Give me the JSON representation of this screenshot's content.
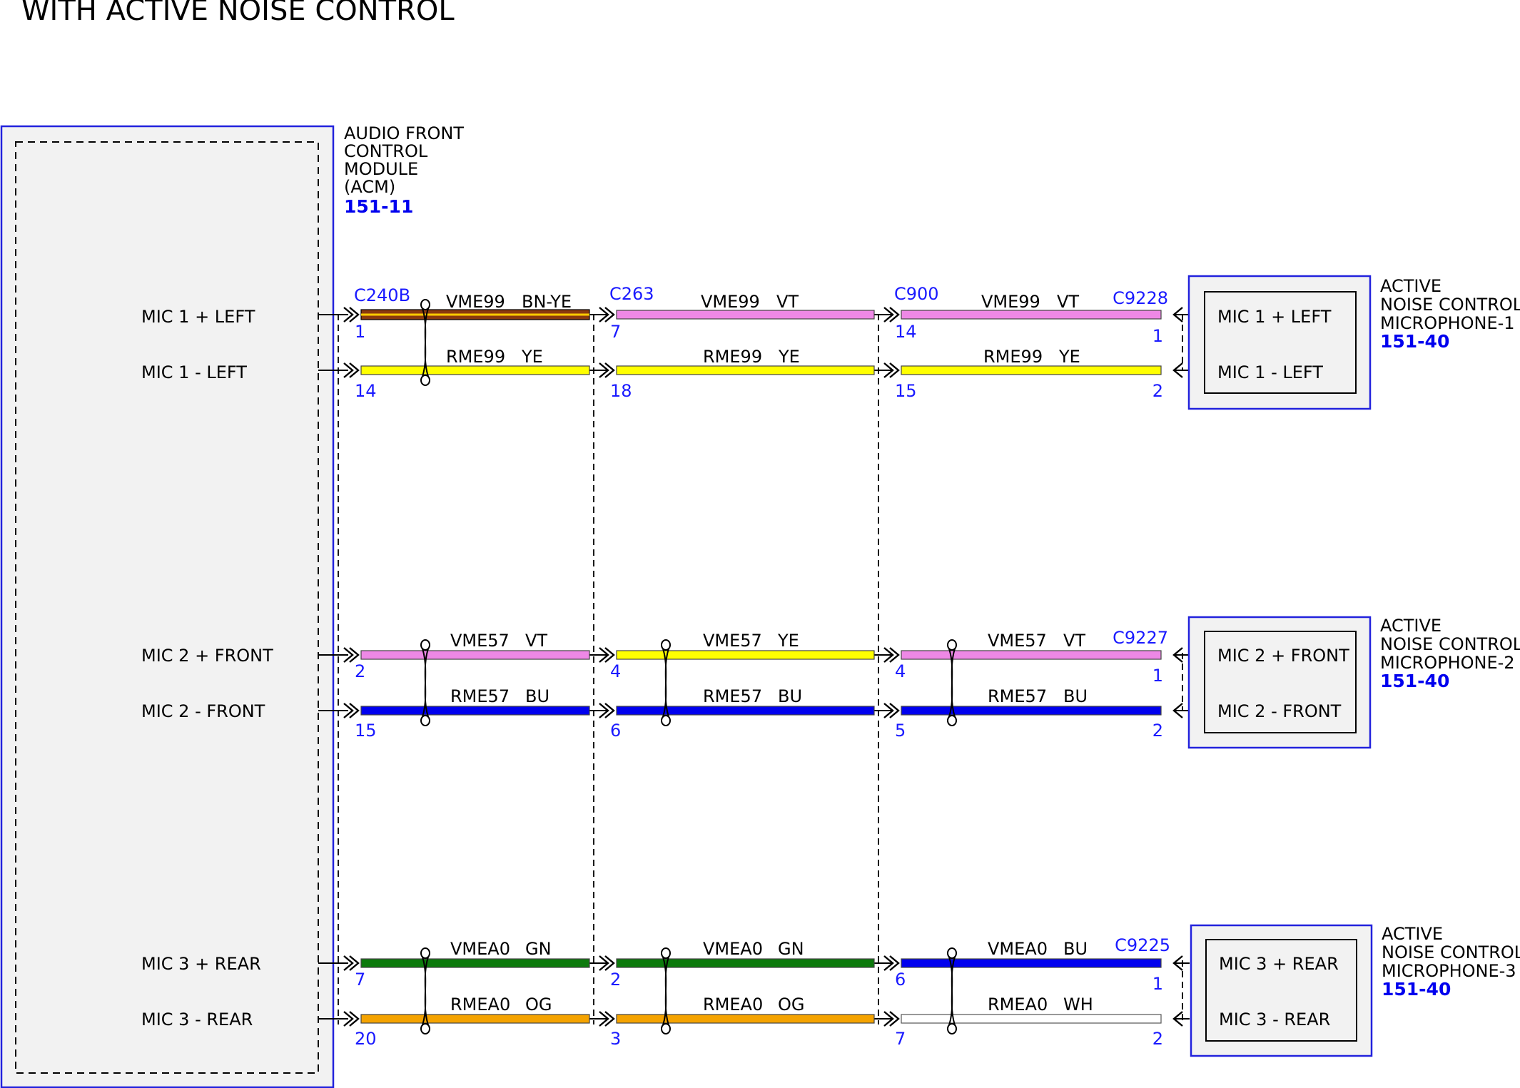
{
  "title": "WITH ACTIVE NOISE CONTROL",
  "colors": {
    "module_border": "#2222dd",
    "ref_text": "#0000ee",
    "pin_text": "#1a1aff",
    "wire_colors": {
      "BN-YE": "#8b3a0f",
      "VT": "#ee88e6",
      "YE": "#ffff00",
      "BU": "#0000ee",
      "GN": "#0c7a0c",
      "OG": "#f5a300",
      "WH": "#ffffff"
    }
  },
  "acm": {
    "lines": [
      "AUDIO FRONT",
      "CONTROL",
      "MODULE",
      "(ACM)"
    ],
    "ref": "151-11"
  },
  "connectors": [
    {
      "name": "C240B"
    },
    {
      "name": "C263"
    },
    {
      "name": "C900"
    }
  ],
  "microphones": [
    {
      "name_lines": [
        "ACTIVE",
        "NOISE CONTROL",
        "MICROPHONE-1"
      ],
      "ref": "151-40",
      "connector": "C9228",
      "pins": [
        "MIC 1 + LEFT",
        "MIC 1 - LEFT"
      ]
    },
    {
      "name_lines": [
        "ACTIVE",
        "NOISE CONTROL",
        "MICROPHONE-2"
      ],
      "ref": "151-40",
      "connector": "C9227",
      "pins": [
        "MIC 2 + FRONT",
        "MIC 2 - FRONT"
      ]
    },
    {
      "name_lines": [
        "ACTIVE",
        "NOISE CONTROL",
        "MICROPHONE-3"
      ],
      "ref": "151-40",
      "connector": "C9225",
      "pins": [
        "MIC 3 + REAR",
        "MIC 3 - REAR"
      ]
    }
  ],
  "circuits": [
    {
      "label": "MIC 1 + LEFT",
      "segments": [
        {
          "circuit": "VME99",
          "color": "BN-YE",
          "pin": "1"
        },
        {
          "circuit": "VME99",
          "color": "VT",
          "pin": "7"
        },
        {
          "circuit": "VME99",
          "color": "VT",
          "pin": "14"
        }
      ],
      "end_pin": "1"
    },
    {
      "label": "MIC 1 - LEFT",
      "segments": [
        {
          "circuit": "RME99",
          "color": "YE",
          "pin": "14"
        },
        {
          "circuit": "RME99",
          "color": "YE",
          "pin": "18"
        },
        {
          "circuit": "RME99",
          "color": "YE",
          "pin": "15"
        }
      ],
      "end_pin": "2"
    },
    {
      "label": "MIC 2 + FRONT",
      "segments": [
        {
          "circuit": "VME57",
          "color": "VT",
          "pin": "2"
        },
        {
          "circuit": "VME57",
          "color": "YE",
          "pin": "4"
        },
        {
          "circuit": "VME57",
          "color": "VT",
          "pin": "4"
        }
      ],
      "end_pin": "1"
    },
    {
      "label": "MIC 2 - FRONT",
      "segments": [
        {
          "circuit": "RME57",
          "color": "BU",
          "pin": "15"
        },
        {
          "circuit": "RME57",
          "color": "BU",
          "pin": "6"
        },
        {
          "circuit": "RME57",
          "color": "BU",
          "pin": "5"
        }
      ],
      "end_pin": "2"
    },
    {
      "label": "MIC 3 + REAR",
      "segments": [
        {
          "circuit": "VMEA0",
          "color": "GN",
          "pin": "7"
        },
        {
          "circuit": "VMEA0",
          "color": "GN",
          "pin": "2"
        },
        {
          "circuit": "VMEA0",
          "color": "BU",
          "pin": "6"
        }
      ],
      "end_pin": "1"
    },
    {
      "label": "MIC 3 - REAR",
      "segments": [
        {
          "circuit": "RMEA0",
          "color": "OG",
          "pin": "20"
        },
        {
          "circuit": "RMEA0",
          "color": "OG",
          "pin": "3"
        },
        {
          "circuit": "RMEA0",
          "color": "WH",
          "pin": "7"
        }
      ],
      "end_pin": "2"
    }
  ],
  "twists": [
    [
      true,
      false,
      false
    ],
    [
      true,
      true,
      true
    ],
    [
      true,
      true,
      true
    ]
  ]
}
